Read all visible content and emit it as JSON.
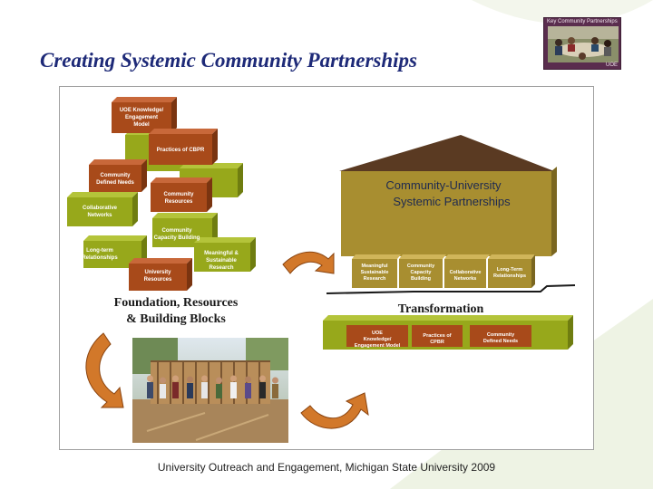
{
  "slide": {
    "title": "Creating Systemic Community Partnerships",
    "caption": "University Outreach and Engagement, Michigan State University 2009"
  },
  "badge": {
    "label": "Key Community Partnerships",
    "logo": "UOE"
  },
  "blocks": {
    "uoe_model": "UOE Knowledge/ Engagement Model",
    "practices": "Practices of CBPR",
    "community_needs": "Community Defined Needs",
    "community_resources": "Community Resources",
    "collaborative_networks": "Collaborative Networks",
    "capacity_building": "Community Capacity Building",
    "long_term": "Long-term Relationships",
    "meaningful": "Meaningful & Sustainable Research",
    "university_resources": "University Resources"
  },
  "foundation_caption": "Foundation, Resources & Building Blocks",
  "house": {
    "roof_title": "Community-University Systemic Partnerships",
    "columns": [
      "Meaningful Sustainable Research",
      "Community Capacity Building",
      "Collaborative Networks",
      "Long-Term Relationships"
    ],
    "transformation": "Transformation",
    "base": [
      "UOE Knowledge/ Engagement Model",
      "Practices of CBPR",
      "Community Defined Needs"
    ]
  },
  "colors": {
    "title": "#1e2a78",
    "brown_block": "#a84a1a",
    "green_block": "#97a81b",
    "house_body": "#a88e30",
    "roof": "#5a3a22",
    "arrow": "#d2782a",
    "badge": "#5a2d4e"
  }
}
